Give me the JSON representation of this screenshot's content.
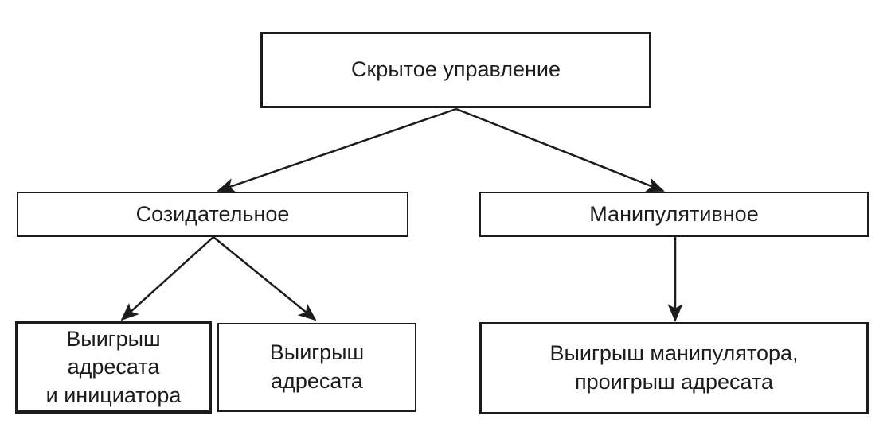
{
  "nodes": {
    "root": {
      "label": "Скрытое управление"
    },
    "creative": {
      "label": "Созидательное"
    },
    "manipulative": {
      "label": "Манипулятивное"
    },
    "win_addressee_initiator": {
      "label": "Выигрыш\nадресата\nи инициатора"
    },
    "win_addressee": {
      "label": "Выигрыш\nадресата"
    },
    "win_manipulator": {
      "label": "Выигрыш манипулятора,\nпроигрыш адресата"
    }
  },
  "edges": [
    {
      "from": "Скрытое управление",
      "to": "Созидательное"
    },
    {
      "from": "Скрытое управление",
      "to": "Манипулятивное"
    },
    {
      "from": "Созидательное",
      "to": "Выигрыш адресата и инициатора"
    },
    {
      "from": "Созидательное",
      "to": "Выигрыш адресата"
    },
    {
      "from": "Манипулятивное",
      "to": "Выигрыш манипулятора, проигрыш адресата"
    }
  ],
  "colors": {
    "line": "#1c1c1c",
    "text": "#1c1c1c",
    "box_fill": "#ffffff",
    "background": "#ffffff"
  }
}
